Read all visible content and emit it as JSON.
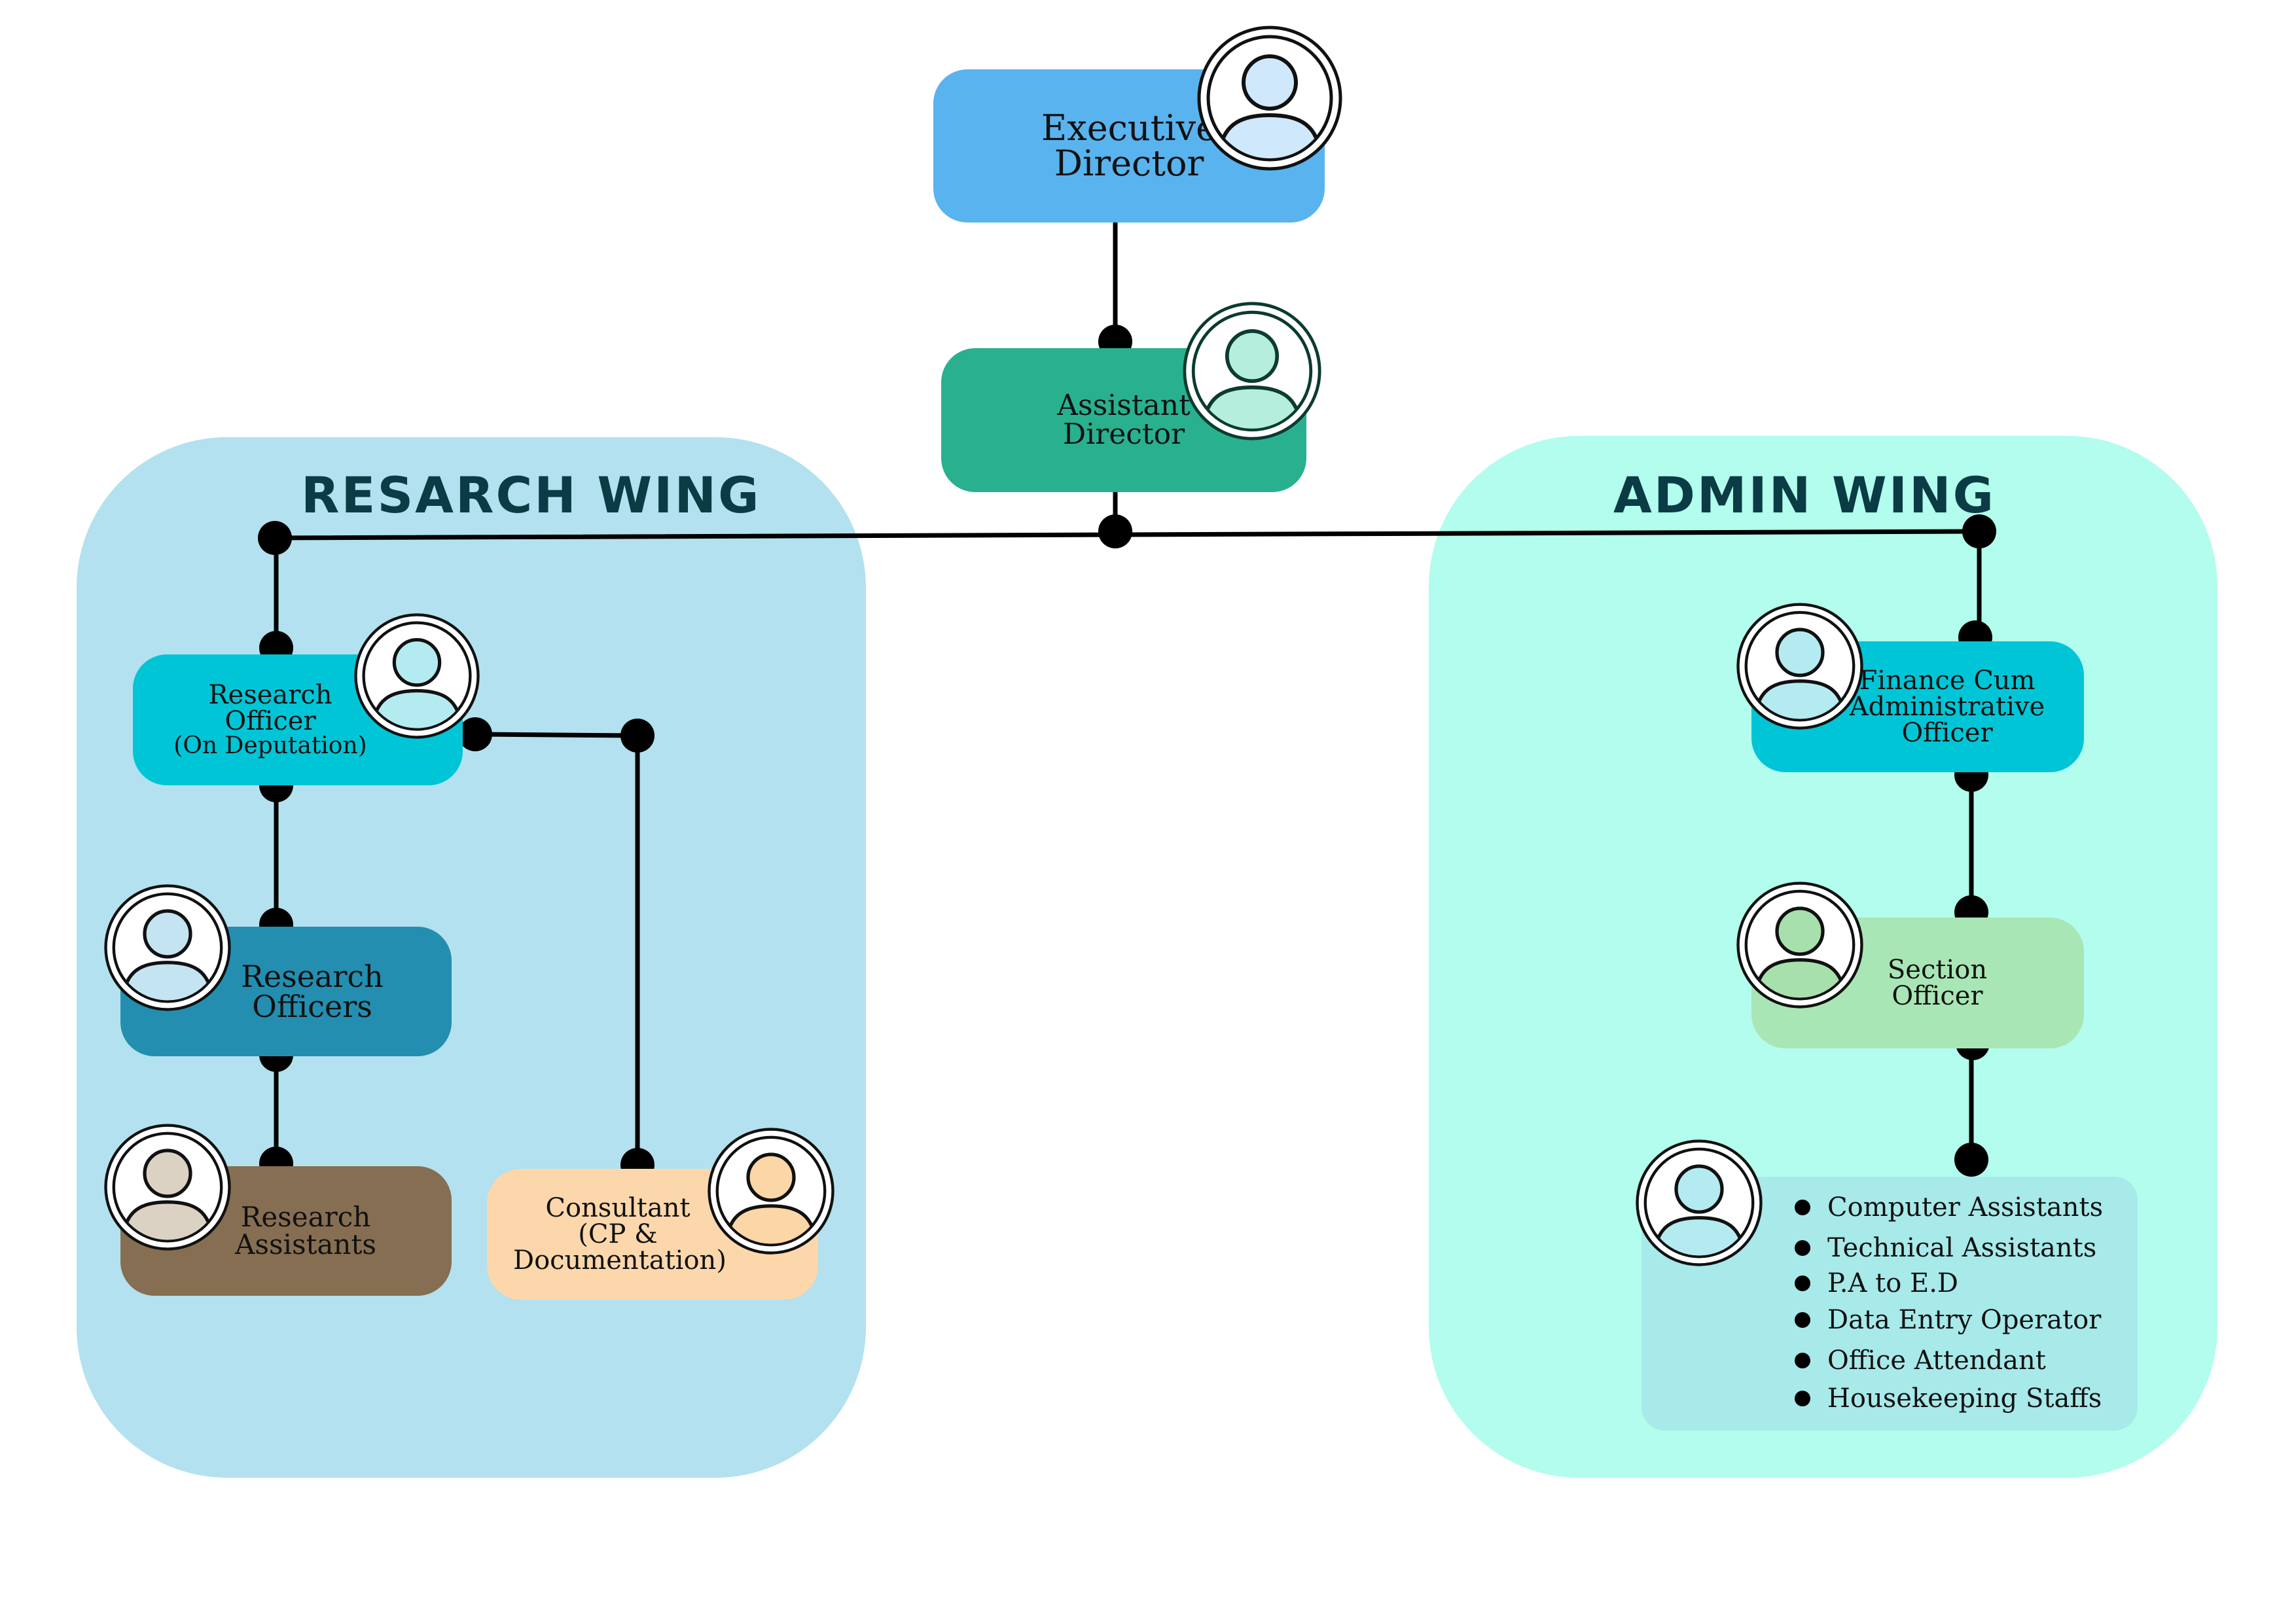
{
  "colors": {
    "executive": "#59b3ee",
    "assistant": "#29b08f",
    "research_wing_bg": "#b3e1ef",
    "admin_wing_bg": "#b2fded",
    "research_officer_dep": "#00c5d6",
    "research_officers": "#238eb0",
    "research_assistants": "#866e52",
    "consultant": "#fcd7ab",
    "finance_officer": "#00c5d6",
    "section_officer": "#a9e6b5",
    "staff_list": "#a8e9ea"
  },
  "wings": {
    "research": {
      "title": "RESARCH WING"
    },
    "admin": {
      "title": "ADMIN WING"
    }
  },
  "nodes": {
    "executive_director": {
      "lines": [
        "Executive",
        "Director"
      ],
      "icon": "person-avatar-icon"
    },
    "assistant_director": {
      "lines": [
        "Assistant",
        "Director"
      ],
      "icon": "person-avatar-icon"
    },
    "research_officer_deputation": {
      "lines": [
        "Research",
        "Officer",
        "(On Deputation)"
      ],
      "icon": "person-avatar-icon"
    },
    "research_officers": {
      "lines": [
        "Research",
        "Officers"
      ],
      "icon": "person-avatar-icon"
    },
    "research_assistants": {
      "lines": [
        "Research",
        "Assistants"
      ],
      "icon": "person-avatar-icon"
    },
    "consultant": {
      "lines": [
        "Consultant",
        "(CP &",
        "Documentation)"
      ],
      "icon": "person-avatar-icon"
    },
    "finance_officer": {
      "lines": [
        "Finance Cum",
        "Administrative",
        "Officer"
      ],
      "icon": "person-avatar-icon"
    },
    "section_officer": {
      "lines": [
        "Section",
        "Officer"
      ],
      "icon": "person-avatar-icon"
    }
  },
  "staff_list": {
    "icon": "person-avatar-icon",
    "items": [
      "Computer Assistants",
      "Technical Assistants",
      "P.A to E.D",
      "Data Entry Operator",
      "Office Attendant",
      "Housekeeping Staffs"
    ]
  }
}
